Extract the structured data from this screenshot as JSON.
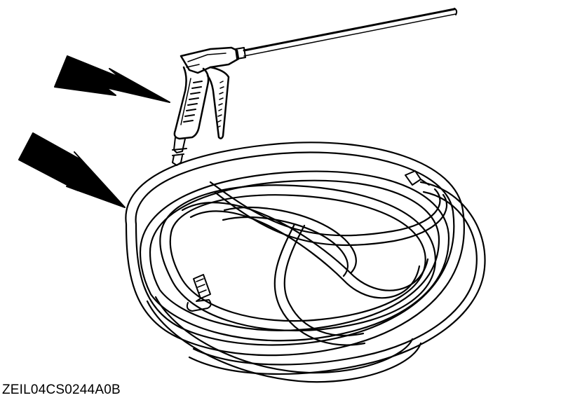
{
  "figure": {
    "caption": "ZEIL04CS0244A0B",
    "components": [
      {
        "name": "air-blow-gun",
        "icon": "blow-gun-icon"
      },
      {
        "name": "air-hose",
        "icon": "coiled-hose-icon"
      }
    ],
    "pointers": [
      {
        "name": "arrow-to-blow-gun",
        "icon": "lightning-arrow-icon"
      },
      {
        "name": "arrow-to-air-hose",
        "icon": "lightning-arrow-icon"
      }
    ],
    "colors": {
      "ink": "#000000",
      "background": "#ffffff"
    }
  }
}
